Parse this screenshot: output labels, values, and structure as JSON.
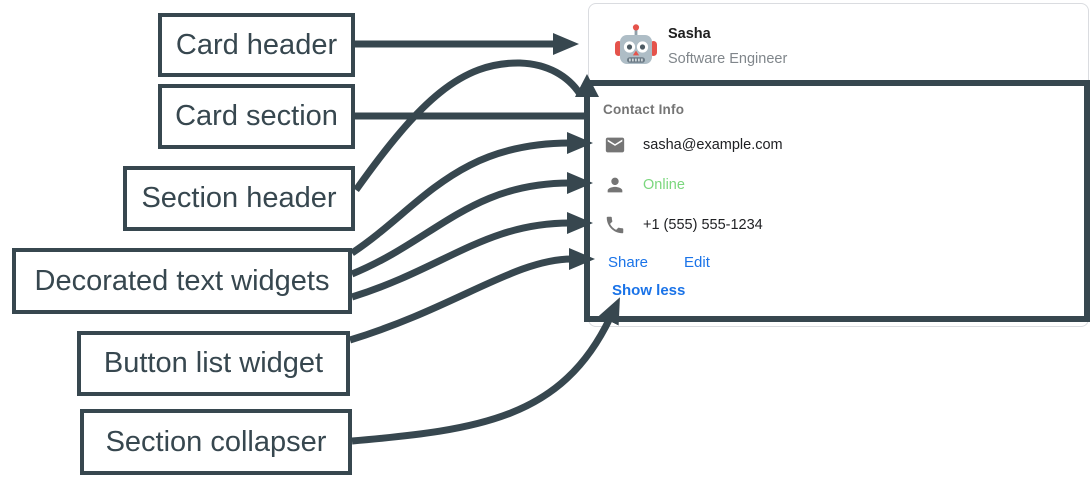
{
  "labels": {
    "card_header": "Card header",
    "card_section": "Card section",
    "section_header": "Section header",
    "decorated_text": "Decorated text widgets",
    "button_list": "Button list widget",
    "section_collapser": "Section collapser"
  },
  "card": {
    "header": {
      "name": "Sasha",
      "subtitle": "Software Engineer",
      "avatar": "robot-face-emoji"
    },
    "section": {
      "title": "Contact Info",
      "rows": [
        {
          "icon": "mail-icon",
          "text": "sasha@example.com"
        },
        {
          "icon": "person-icon",
          "text": "Online"
        },
        {
          "icon": "phone-icon",
          "text": "+1 (555) 555-1234"
        }
      ],
      "buttons": [
        {
          "label": "Share"
        },
        {
          "label": "Edit"
        }
      ],
      "collapser": "Show less"
    }
  },
  "colors": {
    "annotation_dark": "#37474f",
    "card_border": "#dadce0",
    "link_blue": "#1a73e8",
    "online_green": "#7bd77e",
    "icon_gray": "#757575",
    "subtitle_gray": "#80868b"
  }
}
